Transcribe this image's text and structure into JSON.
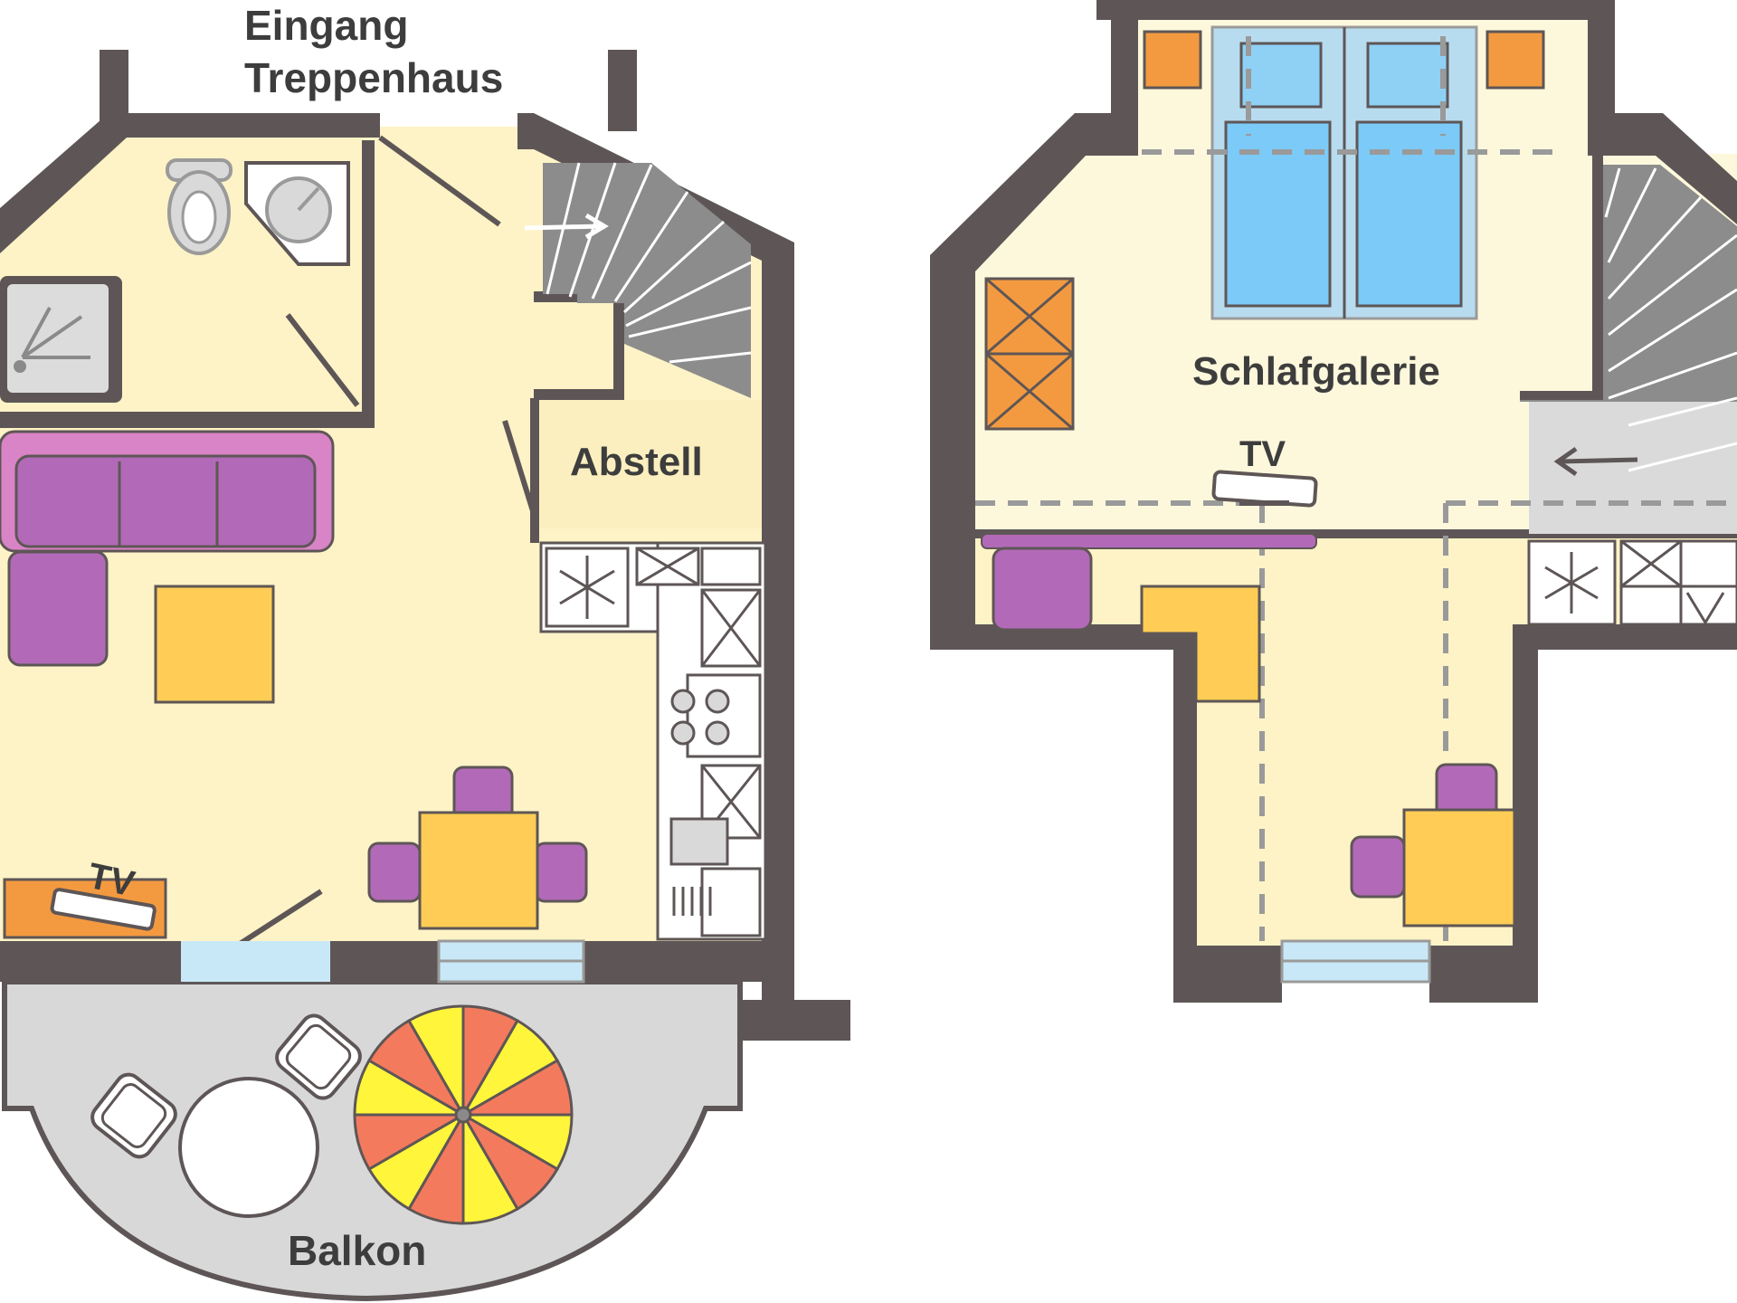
{
  "labels": {
    "entrance_line1": "Eingang",
    "entrance_line2": "Treppenhaus",
    "storage": "Abstell",
    "balcony": "Balkon",
    "sleeping_gallery": "Schlafgalerie",
    "tv_ground": "TV",
    "tv_gallery": "TV"
  },
  "colors": {
    "wall": "#5e5656",
    "floor": "#fdf3c6",
    "floor_light": "#fdf8dc",
    "sofa": "#bb6fbb",
    "sofa_dark": "#a04fa0",
    "table": "#ffcd55",
    "cabinet": "#f39a40",
    "bed": "#7ccaf7",
    "bed_frame": "#b8dcef",
    "stairs": "#8c8c8c",
    "balcony": "#d8d8d8",
    "window": "#c9e8f7",
    "umbrella_red": "#f47a5e",
    "umbrella_yellow": "#fff53a",
    "dashed_line": "#9a9a9a"
  }
}
